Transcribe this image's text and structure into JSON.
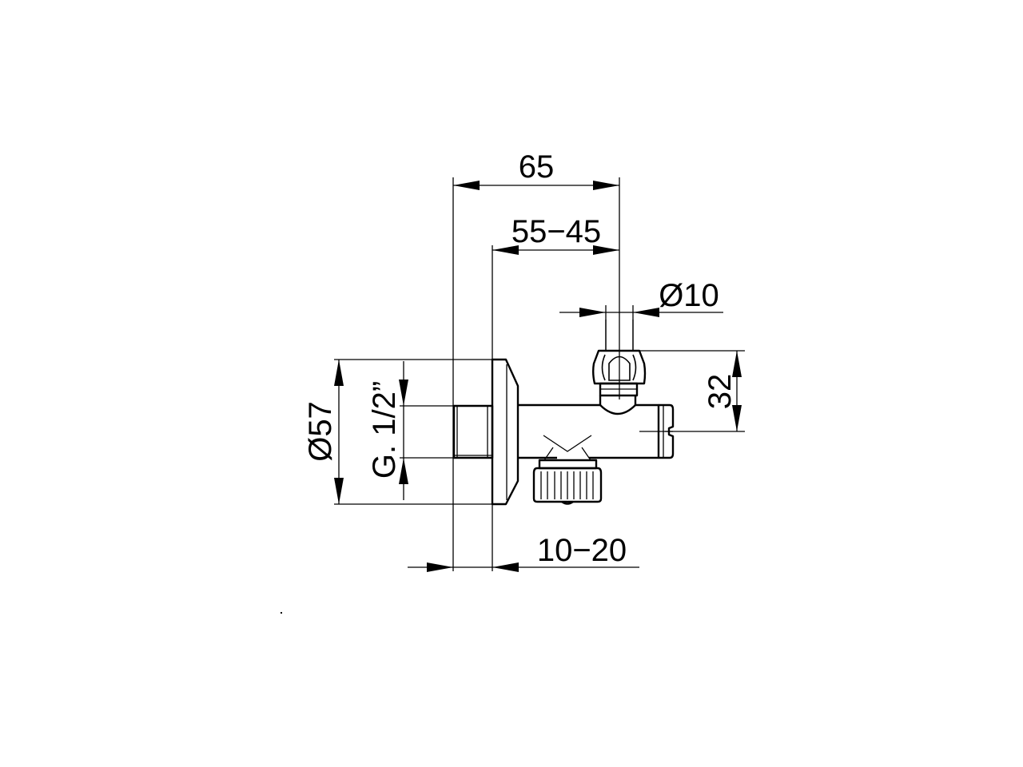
{
  "drawing": {
    "title": "Angle valve technical drawing",
    "background": "#ffffff",
    "line_color": "#000000",
    "dimensions": {
      "overall_depth": "65",
      "adjustable_depth": "55−45",
      "outlet_diameter": "Ø10",
      "outlet_height": "32",
      "rosette_diameter": "Ø57",
      "thread": "G. 1/2”",
      "wall_offset": "10−20"
    },
    "parts": [
      "wall-rosette",
      "threaded-inlet",
      "valve-body",
      "compression-nut",
      "handwheel",
      "end-cap"
    ]
  }
}
